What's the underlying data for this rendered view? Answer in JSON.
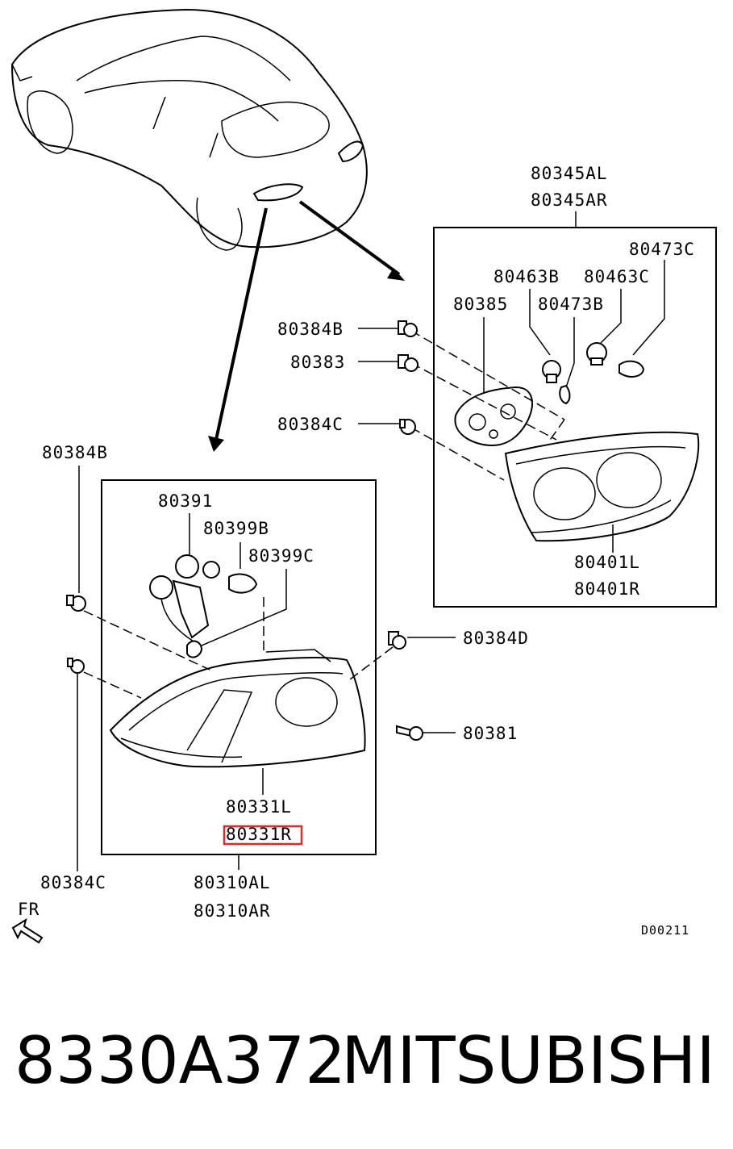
{
  "labels": {
    "l80345AL": "80345AL",
    "l80345AR": "80345AR",
    "l80473C": "80473C",
    "l80463B": "80463B",
    "l80463C": "80463C",
    "l80385": "80385",
    "l80473B": "80473B",
    "l80384B_r": "80384B",
    "l80383": "80383",
    "l80384C_r": "80384C",
    "l80401L": "80401L",
    "l80401R": "80401R",
    "l80384B_l": "80384B",
    "l80391": "80391",
    "l80399B": "80399B",
    "l80399C": "80399C",
    "l80384D": "80384D",
    "l80381": "80381",
    "l80331L": "80331L",
    "l80331R": "80331R",
    "l80384C_l": "80384C",
    "l80310AL": "80310AL",
    "l80310AR": "80310AR",
    "fr": "FR",
    "diagram_code": "D00211"
  },
  "footer": {
    "part_number": "8330A372",
    "brand": "MITSUBISHI"
  },
  "colors": {
    "highlight": "#d32f2f",
    "line": "#000000"
  }
}
